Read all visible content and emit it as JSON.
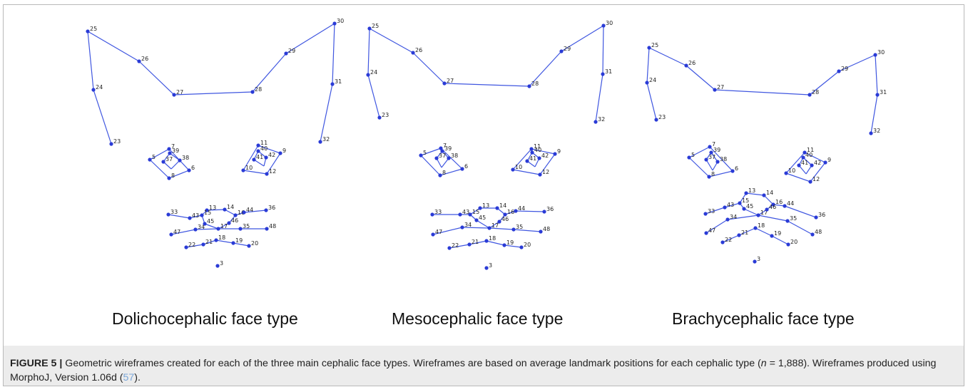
{
  "figure": {
    "panel_labels": [
      "Dolichocephalic face type",
      "Mesocephalic face type",
      "Brachycephalic face type"
    ],
    "caption": {
      "label": "FIGURE 5 |",
      "text_1": " Geometric wireframes created for each of the three main cephalic face types. Wireframes are based on average landmark positions for each cephalic type (",
      "n_var": "n",
      "text_2": " = 1,888). Wireframes produced using MorphoJ, Version 1.06d (",
      "ref": "57",
      "text_3": ")."
    }
  },
  "wireframe": {
    "line_color": "#3f56e0",
    "point_color": "#2a3bd6",
    "landmark_ids": [
      "3",
      "5",
      "6",
      "7",
      "8",
      "9",
      "10",
      "11",
      "12",
      "13",
      "14",
      "15",
      "16",
      "17",
      "18",
      "19",
      "20",
      "21",
      "22",
      "23",
      "24",
      "25",
      "26",
      "27",
      "28",
      "29",
      "30",
      "31",
      "32",
      "33",
      "34",
      "35",
      "36",
      "37",
      "38",
      "39",
      "40",
      "41",
      "42",
      "43",
      "44",
      "45",
      "46",
      "47",
      "48"
    ]
  }
}
